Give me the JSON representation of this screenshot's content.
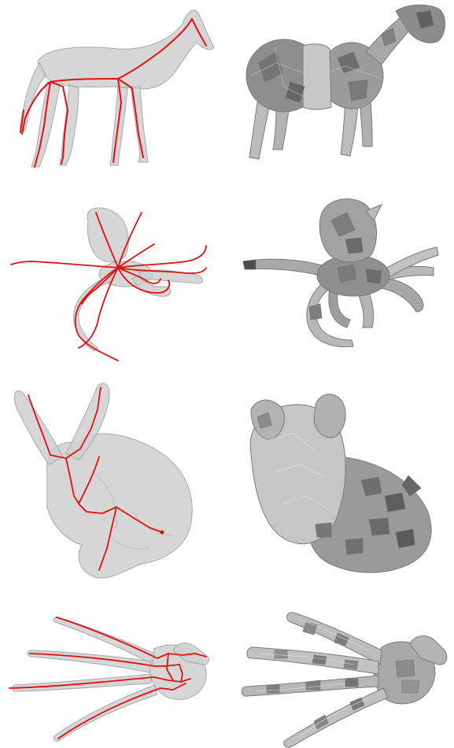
{
  "figure": {
    "rows": [
      {
        "subject": "horse"
      },
      {
        "subject": "octopus"
      },
      {
        "subject": "bunny"
      },
      {
        "subject": "hand"
      }
    ]
  },
  "colors": {
    "background": "#ffffff",
    "transparent_mesh": "#c9c9c9",
    "mesh_outline": "#a8a8a8",
    "skeleton": "#e01010",
    "segment_light": "#c4c4c4",
    "segment_mid": "#9a9a9a",
    "segment_dark": "#6a6a6a"
  }
}
